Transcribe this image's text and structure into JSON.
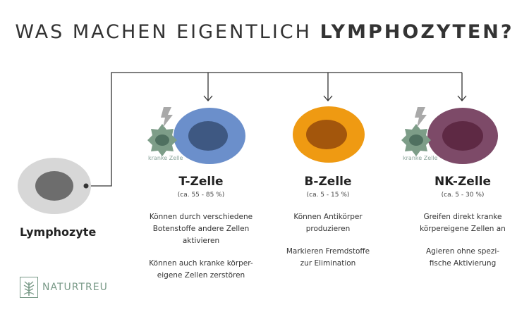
{
  "title": {
    "part1": "WAS MACHEN EIGENTLICH",
    "part2": "LYMPHOZYTEN?"
  },
  "lymphozyte": {
    "label": "Lymphozyte"
  },
  "sick_cell_label": "kranke Zelle",
  "cells": [
    {
      "name": "T-Zelle",
      "percent": "(ca. 55 - 85 %)",
      "desc1": [
        "Können durch verschiedene",
        "Botenstoffe andere Zellen",
        "aktivieren"
      ],
      "desc2": [
        "Können auch kranke körper-",
        "eigene Zellen zerstören"
      ]
    },
    {
      "name": "B-Zelle",
      "percent": "(ca. 5 - 15 %)",
      "desc1": [
        "Können Antikörper",
        "produzieren"
      ],
      "desc2": [
        "Markieren Fremdstoffe",
        "zur Elimination"
      ]
    },
    {
      "name": "NK-Zelle",
      "percent": "(ca. 5 - 30 %)",
      "desc1": [
        "Greifen direkt kranke",
        "körpereigene Zellen an"
      ],
      "desc2": [
        "Agieren ohne spezi-",
        "fische Aktivierung"
      ]
    }
  ],
  "colors": {
    "t_cell": "#6b8fcb",
    "t_nucleus": "#3e5882",
    "b_cell": "#ef9a12",
    "b_nucleus": "#a3560c",
    "nk_cell": "#7d4a68",
    "nk_nucleus": "#5e2944",
    "lymph_outer": "#d7d7d7",
    "lymph_nucleus": "#6d6d6d",
    "sick_cell": "#7d9d88",
    "connector": "#333333",
    "brand": "#7a9a88"
  },
  "brand": {
    "name": "NATURTREU"
  }
}
